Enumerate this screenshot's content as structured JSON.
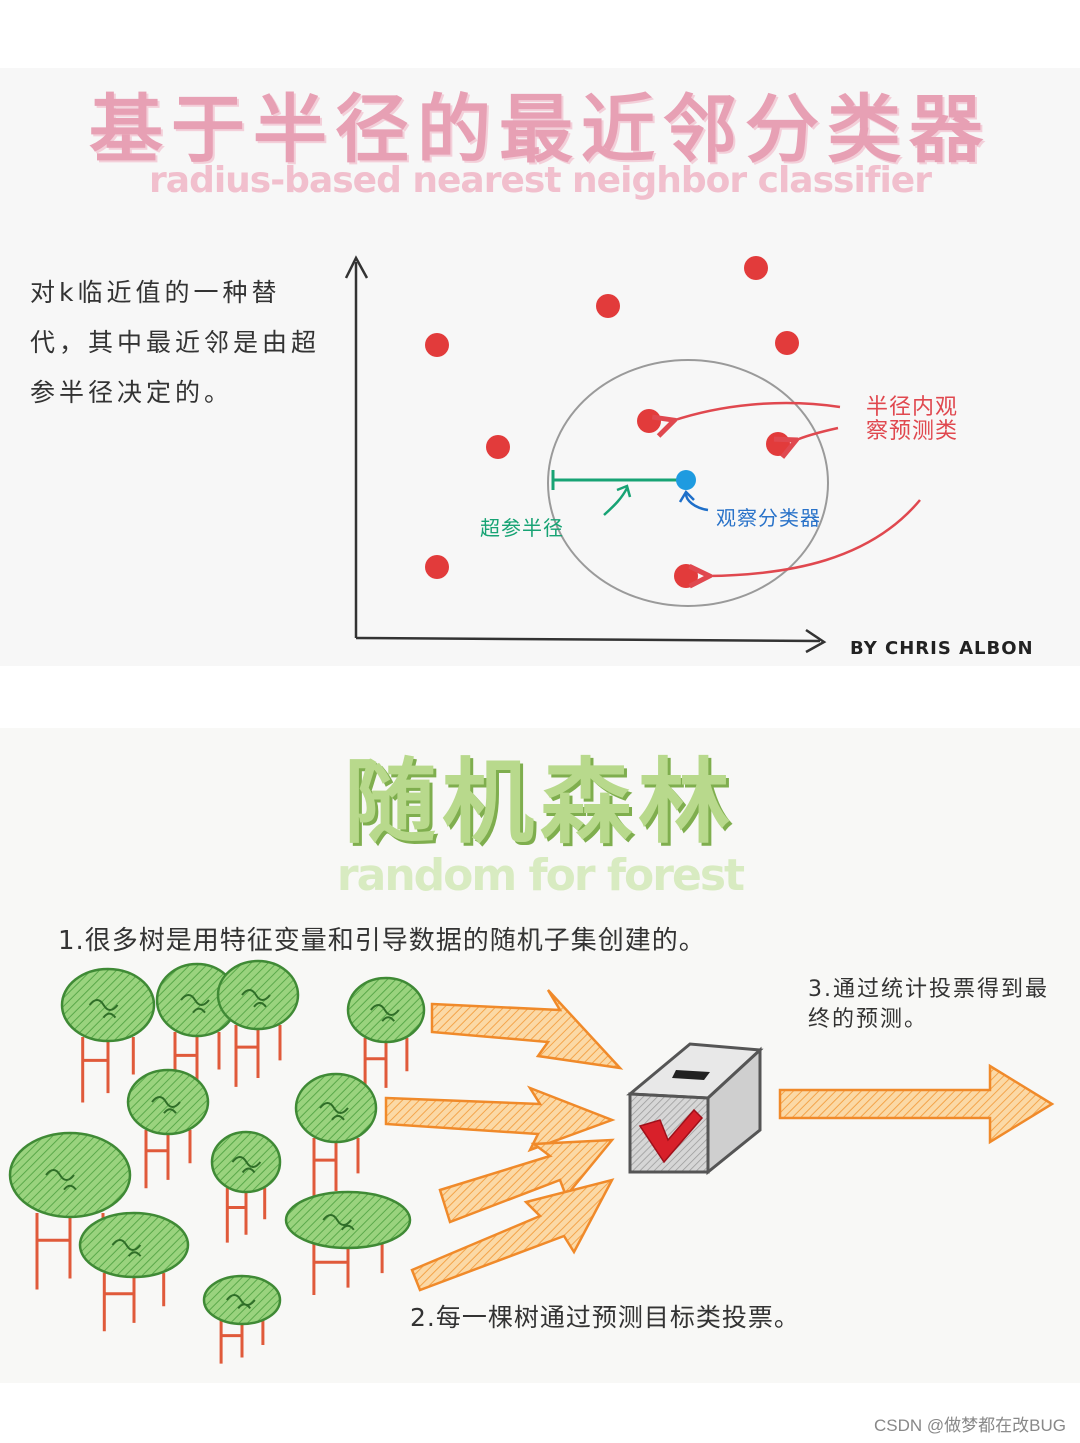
{
  "radius_section": {
    "title": "基于半径的最近邻分类器",
    "subtitle": "radius-based nearest neighbor classifier",
    "description": "对k临近值的一种替代，其中最近邻是由超参半径决定的。",
    "annotation_inside": "半径内观\n察预测类",
    "annotation_classifier": "观察分类器",
    "annotation_radius": "超参半径",
    "author": "BY CHRIS ALBON",
    "colors": {
      "title": "#e7a0b4",
      "points": "#e23b3b",
      "center": "#1e9be0",
      "radius_line": "#17a374",
      "arrows": "#e0484f"
    }
  },
  "forest_section": {
    "title": "随机森林",
    "subtitle": "random for forest",
    "step1": "1.很多树是用特征变量和引导数据的随机子集创建的。",
    "step2": "2.每一棵树通过预测目标类投票。",
    "step3": "3.通过统计投票得到最终的预测。",
    "colors": {
      "title": "#b8d98c",
      "foliage": "#7cc46a",
      "trunks": "#e05a3a",
      "arrows": "#f39c3d",
      "check": "#d8202a"
    },
    "icons": [
      "tree-icon",
      "arrow-icon",
      "ballot-box-icon",
      "checkmark-icon"
    ]
  },
  "watermark": "CSDN @做梦都在改BUG"
}
